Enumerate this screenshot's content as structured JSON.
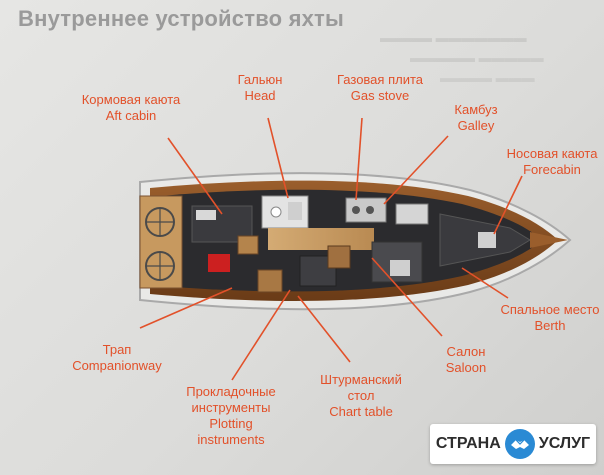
{
  "title": "Внутреннее устройство яхты",
  "labels": {
    "aft_cabin": {
      "ru": "Кормовая каюта",
      "en": "Aft cabin"
    },
    "head": {
      "ru": "Гальюн",
      "en": "Head"
    },
    "gas_stove": {
      "ru": "Газовая плита",
      "en": "Gas stove"
    },
    "galley": {
      "ru": "Камбуз",
      "en": "Galley"
    },
    "forecabin": {
      "ru": "Носовая каюта",
      "en": "Forecabin"
    },
    "companionway": {
      "ru": "Трап",
      "en": "Companionway"
    },
    "plotting": {
      "ru1": "Прокладочные",
      "ru2": "инструменты",
      "en1": "Plotting",
      "en2": "instruments"
    },
    "chart_table": {
      "ru1": "Штурманский",
      "ru2": "стол",
      "en": "Chart table"
    },
    "saloon": {
      "ru": "Салон",
      "en": "Saloon"
    },
    "berth": {
      "ru": "Спальное место",
      "en": "Berth"
    }
  },
  "badge": {
    "left": "СТРАНА",
    "right": "УСЛУГ"
  },
  "colors": {
    "label": "#e2512a",
    "title": "#9a9a9a",
    "hull_wood": "#7a4a22",
    "deck_dark": "#2b2b2e",
    "floor": "#caa06a"
  }
}
